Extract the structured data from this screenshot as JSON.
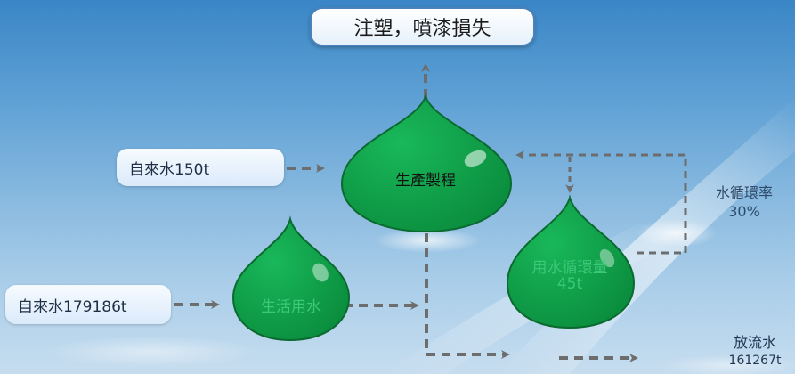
{
  "title": "注塑，噴漆損失",
  "nodes": {
    "production": "生產製程",
    "domestic": "生活用水",
    "recycle_label": "用水循環量",
    "recycle_value": "45t"
  },
  "sources": {
    "tap_water_production": "自來水150t",
    "tap_water_domestic": "自來水179186t"
  },
  "recycle_rate": {
    "label": "水循環率",
    "value": "30%"
  },
  "discharge": {
    "label": "放流水",
    "value": "161267t"
  },
  "colors": {
    "drop_green": "#0f9e49",
    "drop_outline": "#0a6a30",
    "arrow_gray": "#6d6d6d",
    "box_border": "#4b82bc"
  }
}
